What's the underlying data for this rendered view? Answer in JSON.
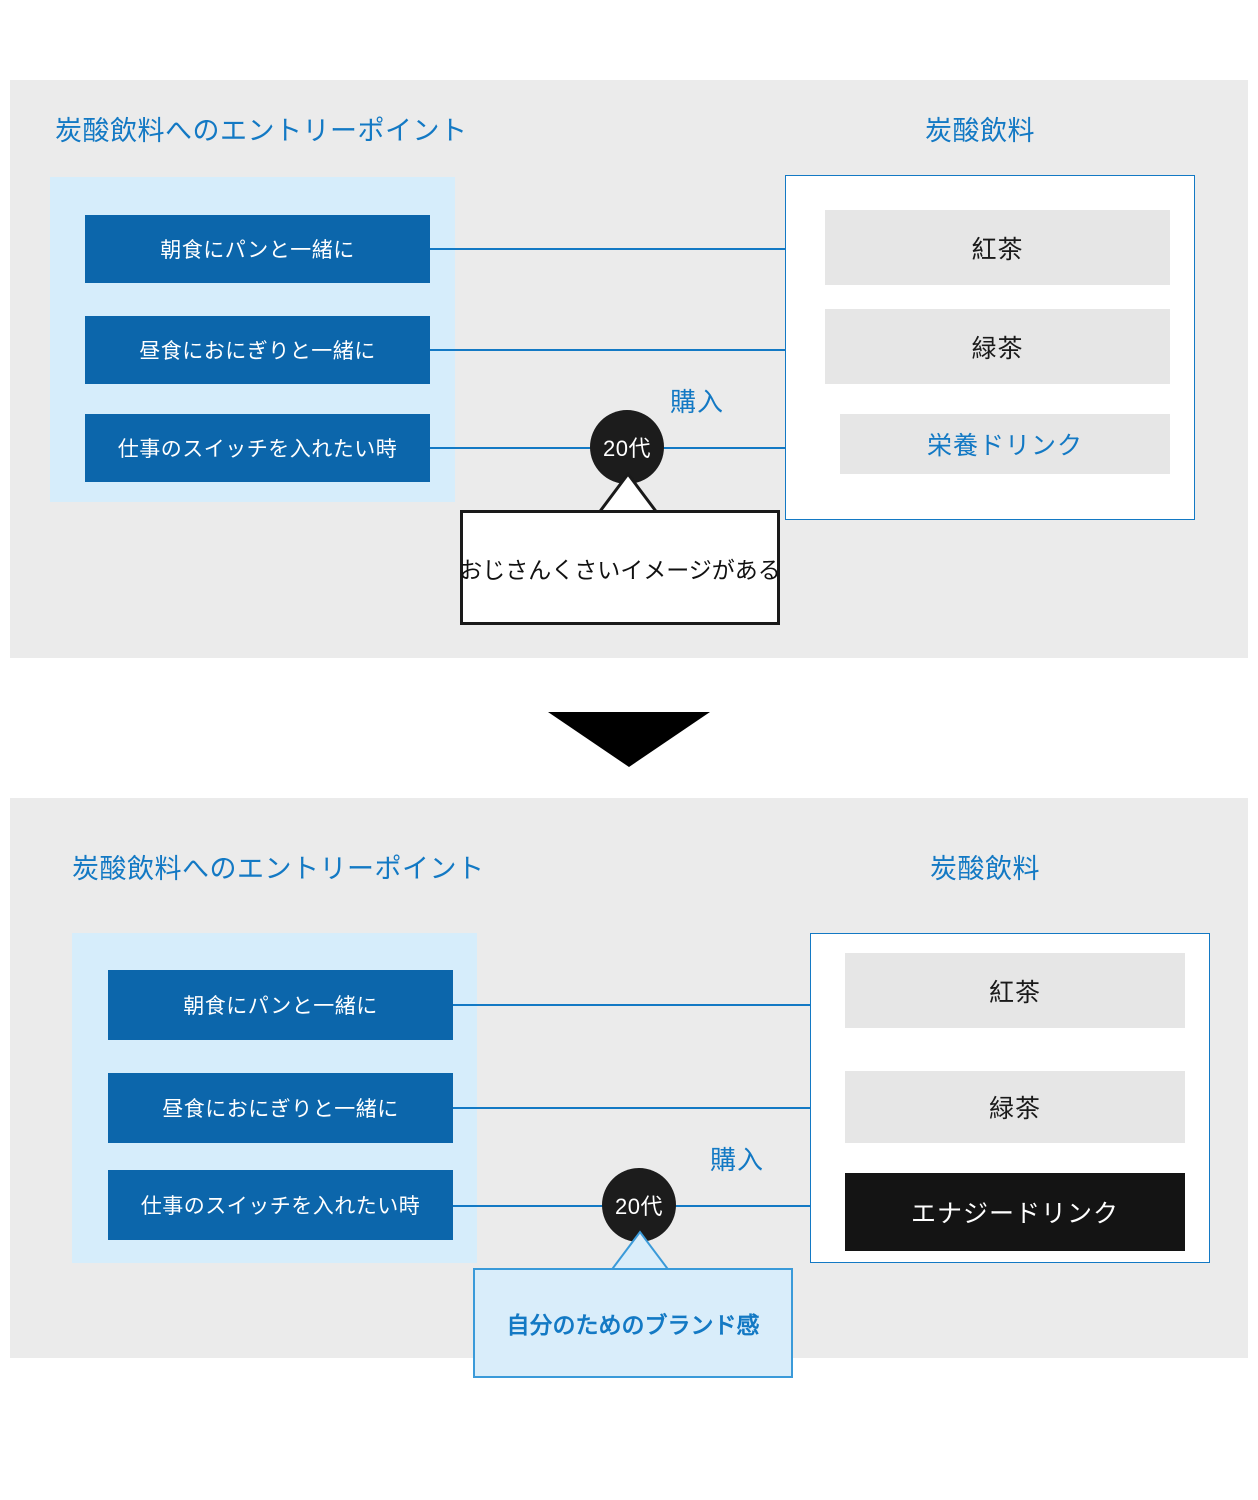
{
  "top_panel": {
    "left_column_title": "炭酸飲料へのエントリーポイント",
    "right_column_title": "炭酸飲料",
    "entry_points": [
      "朝食にパンと一緒に",
      "昼食におにぎりと一緒に",
      "仕事のスイッチを入れたい時"
    ],
    "products": [
      {
        "label": "紅茶",
        "style": "grey"
      },
      {
        "label": "緑茶",
        "style": "grey"
      },
      {
        "label": "栄養ドリンク",
        "style": "grey-blue-text"
      }
    ],
    "persona_label": "20代",
    "purchase_label": "購入",
    "callout_text": "おじさんくさいイメージがある"
  },
  "transition_arrow": "down-triangle-icon",
  "bottom_panel": {
    "left_column_title": "炭酸飲料へのエントリーポイント",
    "right_column_title": "炭酸飲料",
    "entry_points": [
      "朝食にパンと一緒に",
      "昼食におにぎりと一緒に",
      "仕事のスイッチを入れたい時"
    ],
    "products": [
      {
        "label": "紅茶",
        "style": "grey"
      },
      {
        "label": "緑茶",
        "style": "grey"
      },
      {
        "label": "エナジードリンク",
        "style": "dark"
      }
    ],
    "persona_label": "20代",
    "purchase_label": "購入",
    "callout_text": "自分のためのブランド感"
  },
  "colors": {
    "panel_bg": "#ebebeb",
    "entry_group_bg": "#d6edfb",
    "entry_box_bg": "#0c66ab",
    "accent_blue": "#1379c4",
    "arrow_blue": "#1b72b3",
    "product_row_bg": "#e6e6e6",
    "dark_row_bg": "#141414",
    "persona_bg": "#1c1c1c"
  }
}
